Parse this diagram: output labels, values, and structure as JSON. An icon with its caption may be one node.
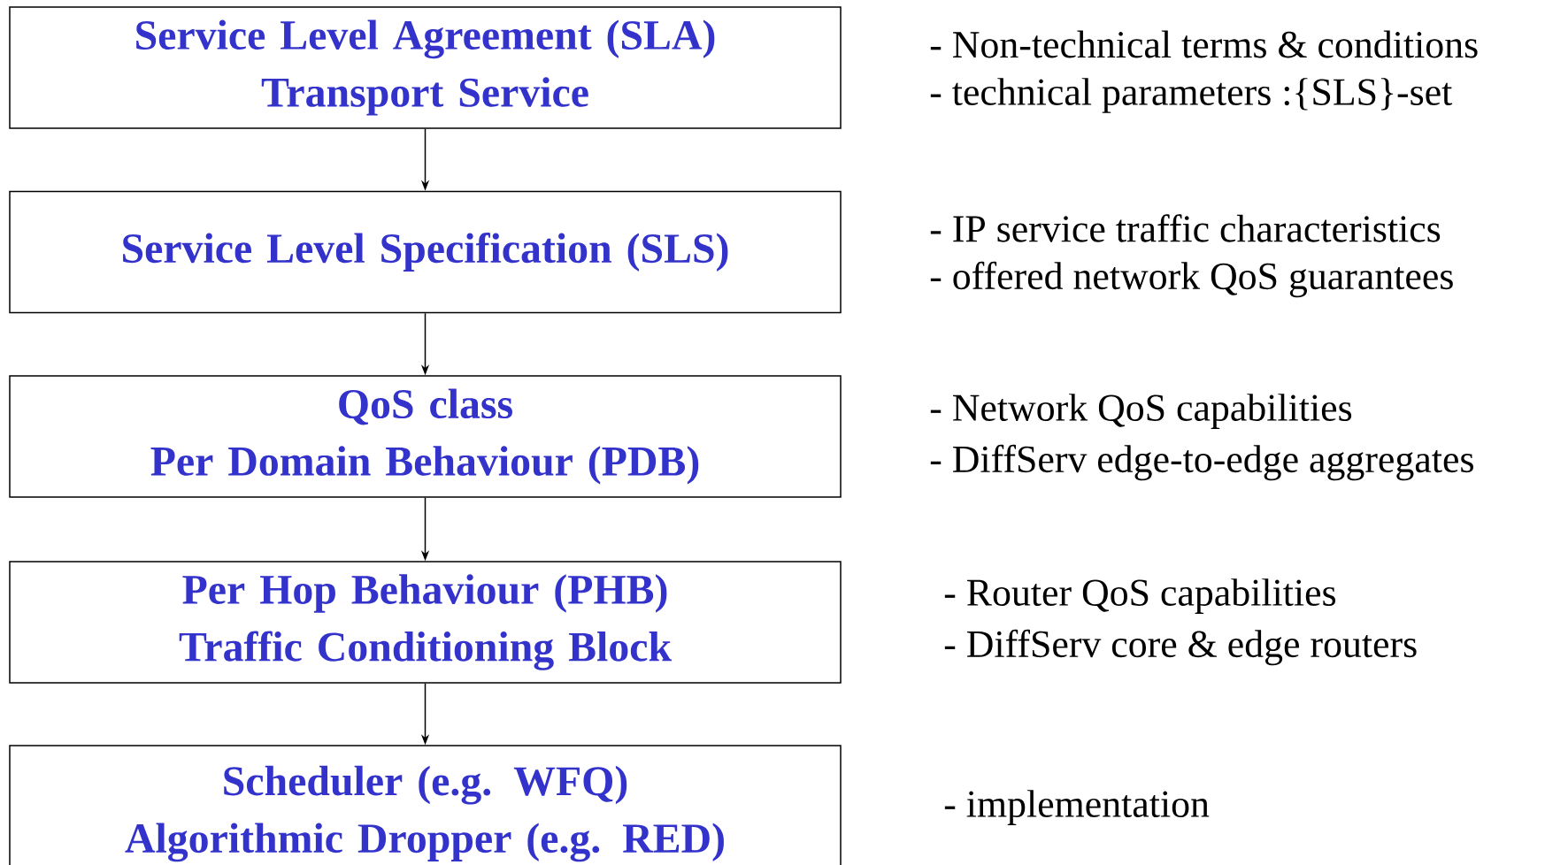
{
  "diagram": {
    "nodes": [
      {
        "text": [
          "Service Level Agreement (SLA)",
          "Transport Service"
        ],
        "beside": [
          "- Non-technical terms & conditions",
          "- technical parameters :{SLS}-set"
        ]
      },
      {
        "text": [
          "Service Level Specification (SLS)"
        ],
        "beside": [
          "- IP service traffic characteristics",
          "- offered network QoS guarantees"
        ]
      },
      {
        "text": [
          "QoS class",
          "Per Domain Behaviour (PDB)"
        ],
        "beside": [
          "- Network QoS capabilities",
          "- DiffServ edge-to-edge aggregates"
        ]
      },
      {
        "text": [
          "Per Hop Behaviour (PHB)",
          "Traffic Conditioning Block"
        ],
        "beside": [
          "- Router QoS capabilities",
          "- DiffServ core & edge routers"
        ]
      },
      {
        "text": [
          "Scheduler (e.g. WFQ)",
          "Algorithmic Dropper (e.g. RED)"
        ],
        "beside": [
          "- implementation"
        ]
      }
    ],
    "edges": [
      {
        "from": 0,
        "to": 1,
        "arrow": "to"
      },
      {
        "from": 1,
        "to": 2,
        "arrow": "to"
      },
      {
        "from": 2,
        "to": 3,
        "arrow": "to"
      },
      {
        "from": 3,
        "to": 4,
        "arrow": "to"
      }
    ]
  }
}
